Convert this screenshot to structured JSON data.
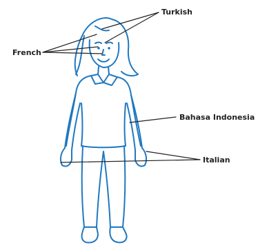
{
  "labels": {
    "turkish": "Turkish",
    "french": "French",
    "bahasa_indonesia": "Bahasa Indonesia",
    "italian": "Italian"
  },
  "colors": {
    "figure_outline": "#1f78c1",
    "leader_lines": "#222222"
  }
}
